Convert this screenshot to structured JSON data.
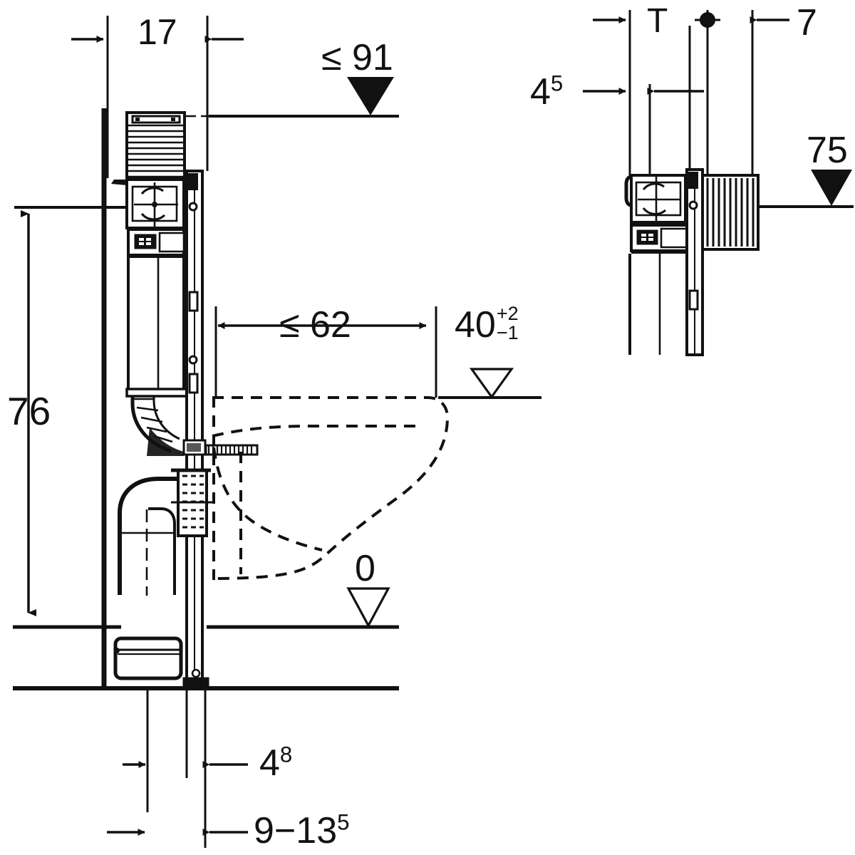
{
  "drawing": {
    "type": "technical-dimension-drawing",
    "subject": "Concealed cistern installation frame for wall-hung WC — front/section view and side view",
    "units": "cm",
    "line_color": "#111111",
    "background": "#ffffff"
  },
  "dimensions": {
    "d_17": {
      "text": "17",
      "value": 17,
      "kind": "linear-horizontal",
      "view": "front"
    },
    "d_le91": {
      "text": "≤ 91",
      "value": 91,
      "qualifier": "max",
      "kind": "level-marker",
      "view": "front"
    },
    "d_76": {
      "text": "76",
      "value": 76,
      "kind": "linear-vertical",
      "view": "front"
    },
    "d_le62": {
      "text": "≤ 62",
      "value": 62,
      "qualifier": "max",
      "kind": "linear-horizontal",
      "view": "front"
    },
    "d_40": {
      "text": "40",
      "tol_plus": "+2",
      "tol_minus": "−1",
      "kind": "level-marker",
      "view": "front"
    },
    "d_0": {
      "text": "0",
      "value": 0,
      "kind": "datum-level-marker",
      "view": "front"
    },
    "d_48": {
      "text": "4",
      "sup": "8",
      "value": 4.8,
      "kind": "linear-horizontal",
      "view": "front-bottom"
    },
    "d_9_135": {
      "text": "9−13",
      "sup": "5",
      "value_range": [
        9,
        13.5
      ],
      "kind": "linear-horizontal",
      "view": "front-bottom"
    },
    "d_T": {
      "text": "T",
      "kind": "symbolic-thickness",
      "view": "side"
    },
    "d_7": {
      "text": "7",
      "value": 7,
      "kind": "linear-horizontal",
      "view": "side"
    },
    "d_45": {
      "text": "4",
      "sup": "5",
      "value": 4.5,
      "kind": "linear-horizontal",
      "view": "side"
    },
    "d_75": {
      "text": "75",
      "value": 75,
      "kind": "level-marker",
      "view": "side"
    }
  },
  "labels": [
    {
      "id": "d_17",
      "display": "17"
    },
    {
      "id": "d_le91",
      "display": "≤ 91"
    },
    {
      "id": "d_76",
      "display": "76"
    },
    {
      "id": "d_le62",
      "display": "≤ 62"
    },
    {
      "id": "d_40",
      "display": "40 +2/−1"
    },
    {
      "id": "d_0",
      "display": "0"
    },
    {
      "id": "d_48",
      "display": "4⁸"
    },
    {
      "id": "d_9_135",
      "display": "9−13⁵"
    },
    {
      "id": "d_T",
      "display": "T"
    },
    {
      "id": "d_7",
      "display": "7"
    },
    {
      "id": "d_45",
      "display": "4⁵"
    },
    {
      "id": "d_75",
      "display": "75"
    }
  ],
  "markers": {
    "filled_triangle": "level-marker-filled",
    "open_triangle": "level-marker-open",
    "center_mark": "center-mark-dot"
  }
}
